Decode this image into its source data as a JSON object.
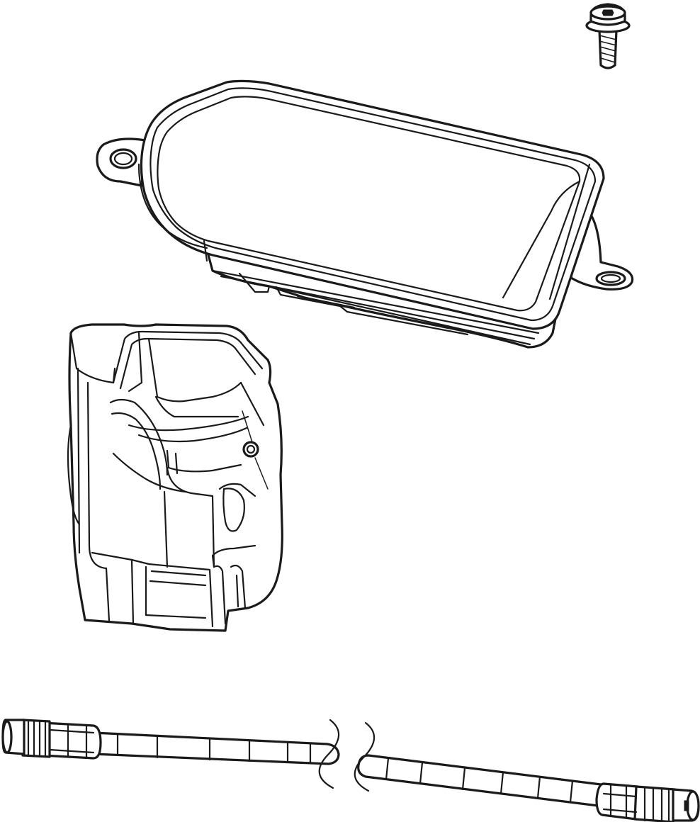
{
  "diagram": {
    "background": "#ffffff",
    "line_color": "#1a1a1a",
    "parts": [
      "screw",
      "control-unit-cover",
      "connector-housing",
      "connection-cable"
    ]
  }
}
